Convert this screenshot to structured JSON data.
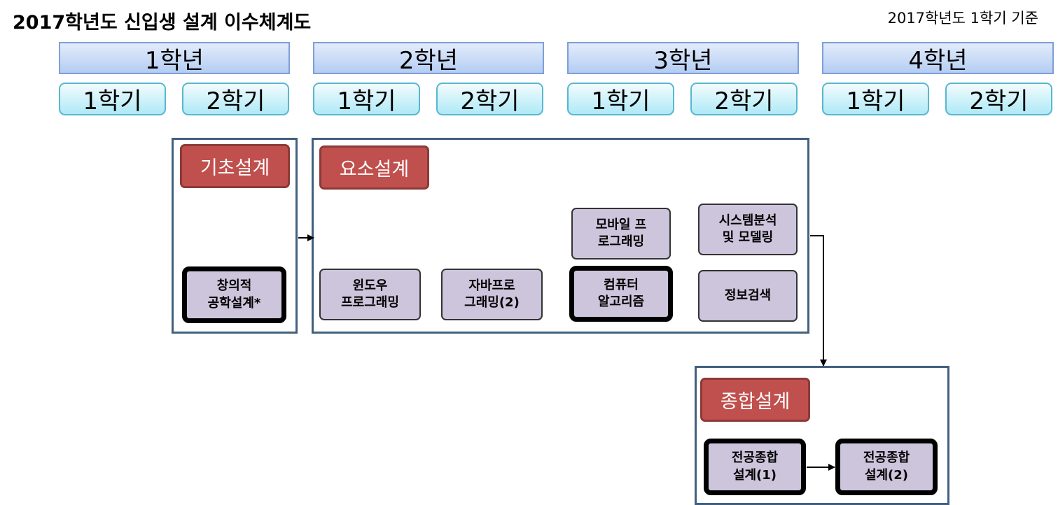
{
  "header": {
    "title": "2017학년도 신입생 설계 이수체계도",
    "basis": "2017학년도 1학기 기준"
  },
  "years": [
    {
      "label": "1학년",
      "semesters": [
        "1학기",
        "2학기"
      ]
    },
    {
      "label": "2학년",
      "semesters": [
        "1학기",
        "2학기"
      ]
    },
    {
      "label": "3학년",
      "semesters": [
        "1학기",
        "2학기"
      ]
    },
    {
      "label": "4학년",
      "semesters": [
        "1학기",
        "2학기"
      ]
    }
  ],
  "basic_design": {
    "tag": "기초설계",
    "courses": [
      {
        "line1": "창의적",
        "line2": "공학설계*",
        "emphasized": true
      }
    ]
  },
  "element_design": {
    "tag": "요소설계",
    "courses": [
      {
        "line1": "윈도우",
        "line2": "프로그래밍",
        "emphasized": false
      },
      {
        "line1": "자바프로",
        "line2": "그래밍(2)",
        "emphasized": false
      },
      {
        "line1": "모바일 프",
        "line2": "로그래밍",
        "emphasized": false
      },
      {
        "line1": "컴퓨터",
        "line2": "알고리즘",
        "emphasized": true
      },
      {
        "line1": "시스템분석",
        "line2": "및 모델링",
        "emphasized": false
      },
      {
        "line1": "정보검색",
        "line2": "",
        "emphasized": false
      }
    ]
  },
  "capstone_design": {
    "tag": "종합설계",
    "courses": [
      {
        "line1": "전공종합",
        "line2": "설계(1)",
        "emphasized": true
      },
      {
        "line1": "전공종합",
        "line2": "설계(2)",
        "emphasized": true
      }
    ]
  }
}
